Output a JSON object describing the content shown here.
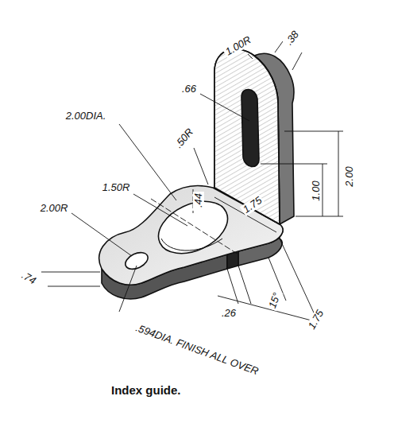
{
  "diagram": {
    "caption": "Index guide.",
    "labels": [
      "1.00R",
      ".38",
      ".66",
      "2.00DIA.",
      ".50R",
      "1.50R",
      "2.00R",
      ".44",
      "1.75",
      "1.00",
      "2.00",
      ".74",
      ".26",
      "15°",
      "1.75",
      ".594DIA. FINISH ALL OVER"
    ]
  }
}
